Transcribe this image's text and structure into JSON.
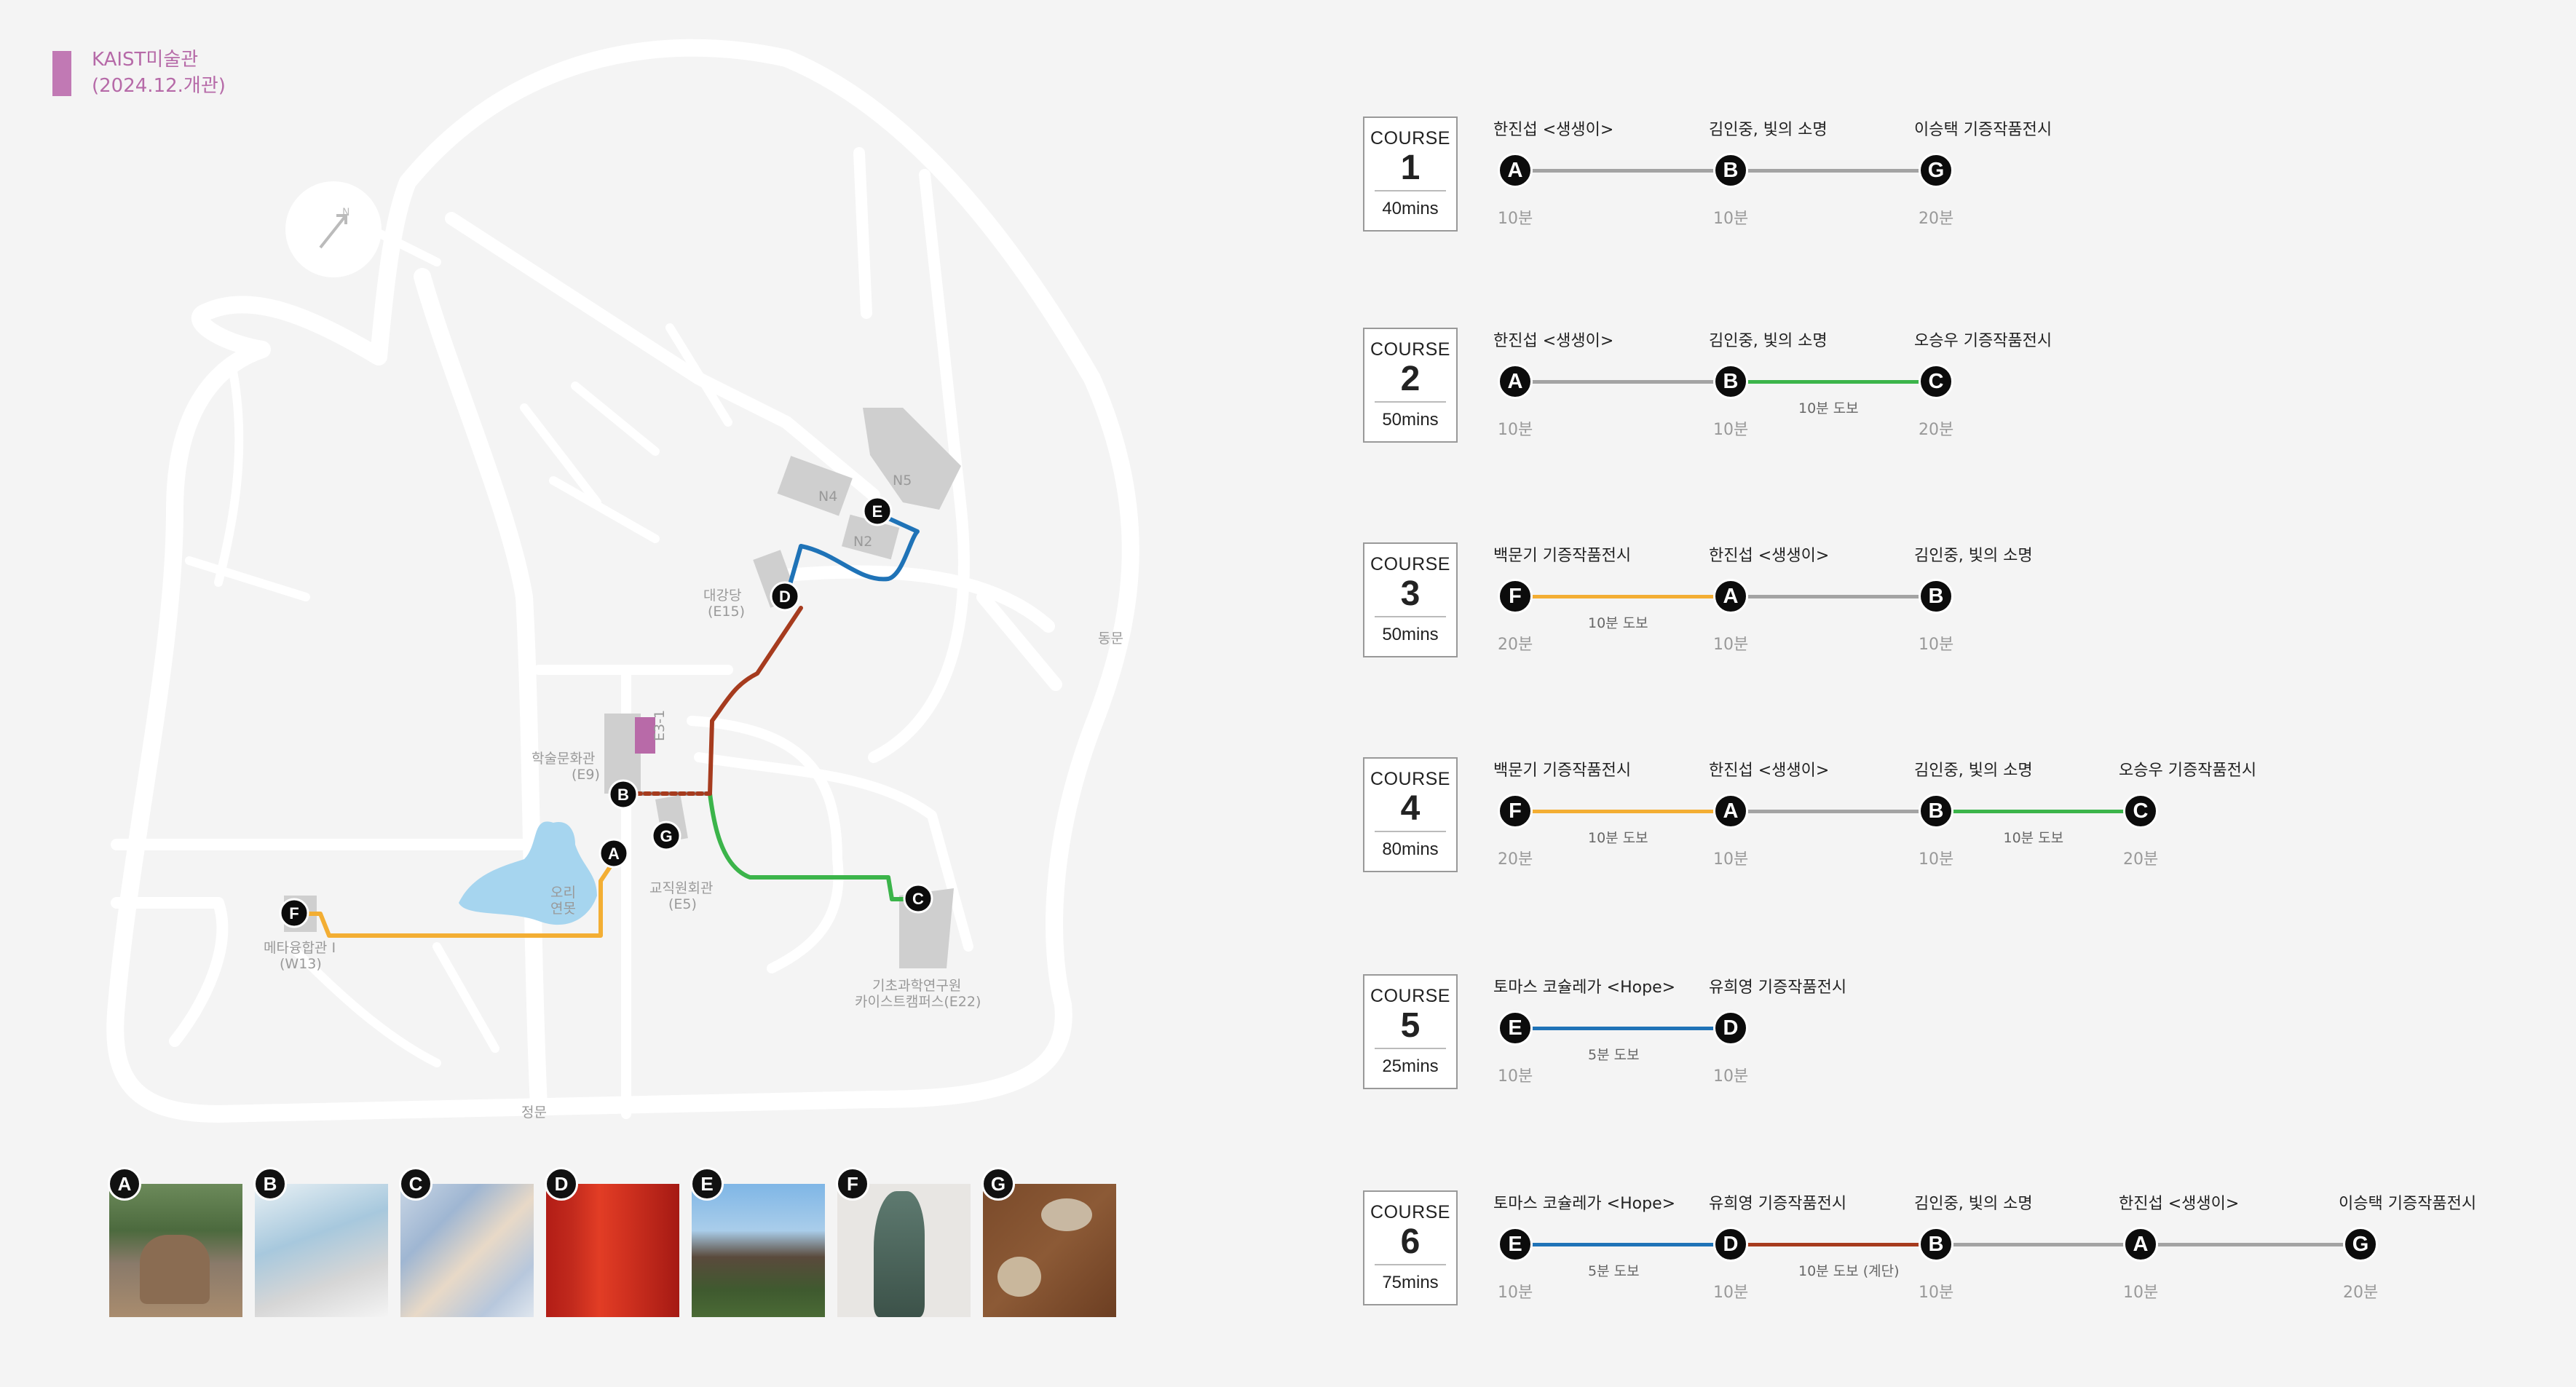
{
  "header": {
    "museum": "KAIST미술관",
    "opening": "(2024.12.개관)"
  },
  "colors": {
    "gray": "#a3a3a3",
    "green": "#3bb44a",
    "yellow": "#f3ae33",
    "blue": "#1f73b7",
    "brown": "#a63b1e",
    "road": "#ffffff",
    "building": "#c7c7c7",
    "pond": "#9ed3f0",
    "accent": "#c179b4"
  },
  "compass": {
    "label": "N"
  },
  "map_labels": {
    "n4": "N4",
    "n5": "N5",
    "n2": "N2",
    "auditorium": "대강당",
    "auditorium_code": "(E15)",
    "east_gate": "동문",
    "library": "학술문화관",
    "library_code": "(E9)",
    "e3": "E3-1",
    "pond_1": "오리",
    "pond_2": "연못",
    "faculty": "교직원회관",
    "faculty_code": "(E5)",
    "meta": "메타융합관 I",
    "meta_code": "(W13)",
    "ibs_1": "기초과학연구원",
    "ibs_2": "카이스트캠퍼스(E22)",
    "main_gate": "정문"
  },
  "map_points": [
    "A",
    "B",
    "C",
    "D",
    "E",
    "F",
    "G"
  ],
  "thumbnails": [
    "A",
    "B",
    "C",
    "D",
    "E",
    "F",
    "G"
  ],
  "courses": [
    {
      "label": "COURSE",
      "number": "1",
      "mins": "40mins",
      "stops": [
        {
          "name": "한진섭 <생생이>",
          "letter": "A",
          "time": "10분"
        },
        {
          "name": "김인중, 빛의 소명",
          "letter": "B",
          "time": "10분"
        },
        {
          "name": "이승택 기증작품전시",
          "letter": "G",
          "time": "20분"
        }
      ],
      "segments": [
        {
          "color": "#a3a3a3",
          "note": ""
        },
        {
          "color": "#a3a3a3",
          "note": ""
        }
      ]
    },
    {
      "label": "COURSE",
      "number": "2",
      "mins": "50mins",
      "stops": [
        {
          "name": "한진섭 <생생이>",
          "letter": "A",
          "time": "10분"
        },
        {
          "name": "김인중, 빛의 소명",
          "letter": "B",
          "time": "10분"
        },
        {
          "name": "오승우 기증작품전시",
          "letter": "C",
          "time": "20분"
        }
      ],
      "segments": [
        {
          "color": "#a3a3a3",
          "note": ""
        },
        {
          "color": "#3bb44a",
          "note": "10분 도보"
        }
      ]
    },
    {
      "label": "COURSE",
      "number": "3",
      "mins": "50mins",
      "stops": [
        {
          "name": "백문기 기증작품전시",
          "letter": "F",
          "time": "20분"
        },
        {
          "name": "한진섭 <생생이>",
          "letter": "A",
          "time": "10분"
        },
        {
          "name": "김인중, 빛의 소명",
          "letter": "B",
          "time": "10분"
        }
      ],
      "segments": [
        {
          "color": "#f3ae33",
          "note": "10분 도보"
        },
        {
          "color": "#a3a3a3",
          "note": ""
        }
      ]
    },
    {
      "label": "COURSE",
      "number": "4",
      "mins": "80mins",
      "stops": [
        {
          "name": "백문기 기증작품전시",
          "letter": "F",
          "time": "20분"
        },
        {
          "name": "한진섭 <생생이>",
          "letter": "A",
          "time": "10분"
        },
        {
          "name": "김인중, 빛의 소명",
          "letter": "B",
          "time": "10분"
        },
        {
          "name": "오승우 기증작품전시",
          "letter": "C",
          "time": "20분"
        }
      ],
      "segments": [
        {
          "color": "#f3ae33",
          "note": "10분 도보"
        },
        {
          "color": "#a3a3a3",
          "note": ""
        },
        {
          "color": "#3bb44a",
          "note": "10분 도보"
        }
      ]
    },
    {
      "label": "COURSE",
      "number": "5",
      "mins": "25mins",
      "stops": [
        {
          "name": "토마스 코슐레가 <Hope>",
          "letter": "E",
          "time": "10분"
        },
        {
          "name": "유희영 기증작품전시",
          "letter": "D",
          "time": "10분"
        }
      ],
      "segments": [
        {
          "color": "#1f73b7",
          "note": "5분 도보"
        }
      ]
    },
    {
      "label": "COURSE",
      "number": "6",
      "mins": "75mins",
      "stops": [
        {
          "name": "토마스 코슐레가 <Hope>",
          "letter": "E",
          "time": "10분"
        },
        {
          "name": "유희영 기증작품전시",
          "letter": "D",
          "time": "10분"
        },
        {
          "name": "김인중, 빛의 소명",
          "letter": "B",
          "time": "10분"
        },
        {
          "name": "한진섭 <생생이>",
          "letter": "A",
          "time": "10분"
        },
        {
          "name": "이승택 기증작품전시",
          "letter": "G",
          "time": "20분"
        }
      ],
      "segments": [
        {
          "color": "#1f73b7",
          "note": "5분 도보"
        },
        {
          "color": "#a63b1e",
          "note": "10분 도보 (계단)"
        },
        {
          "color": "#a3a3a3",
          "note": ""
        },
        {
          "color": "#a3a3a3",
          "note": ""
        }
      ]
    }
  ]
}
